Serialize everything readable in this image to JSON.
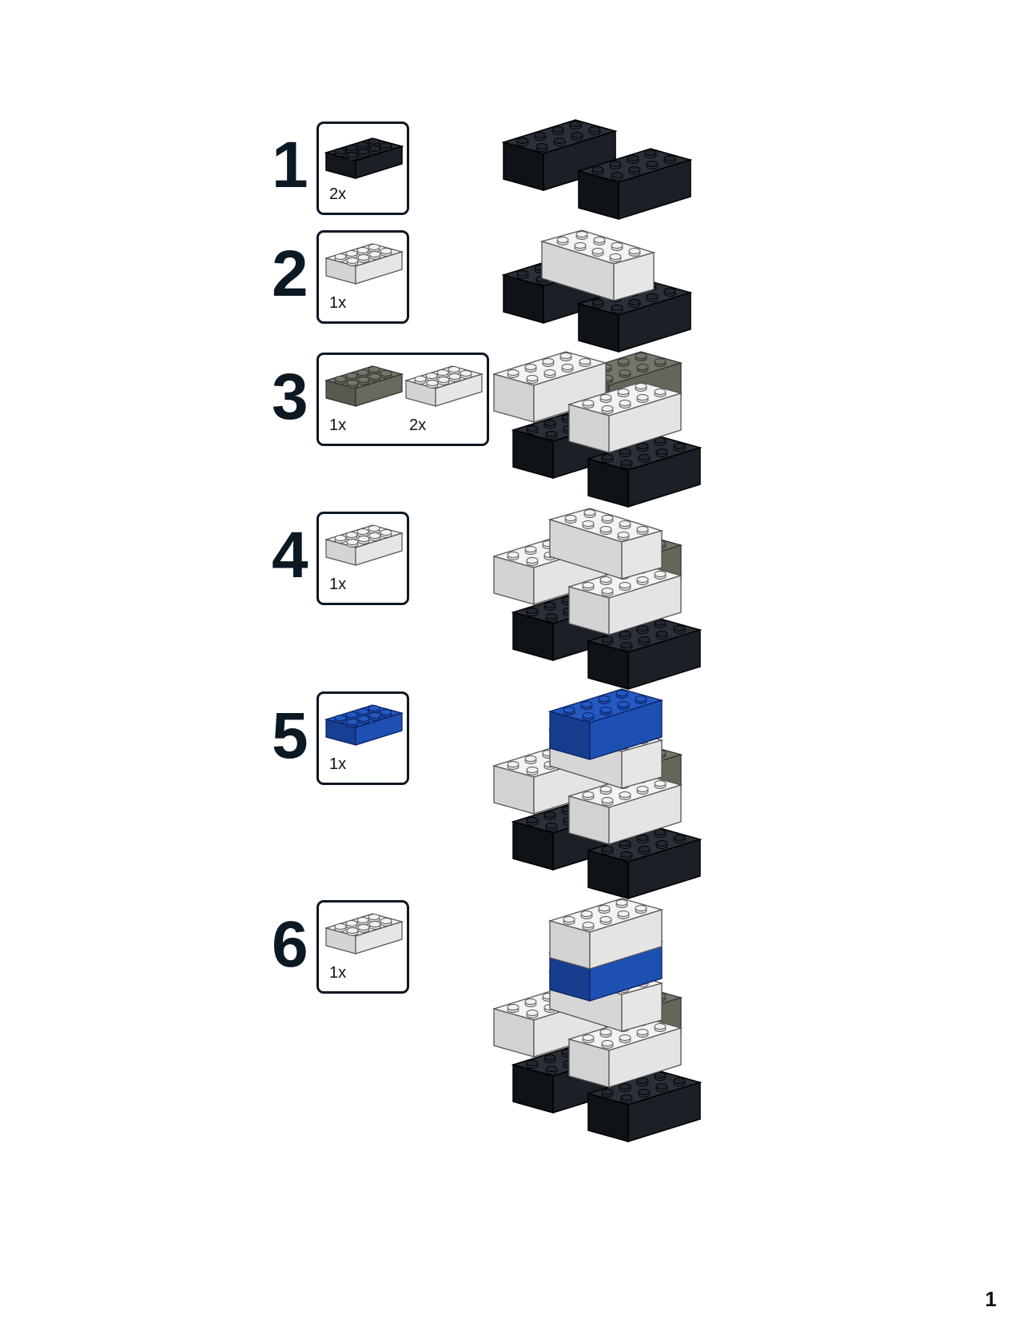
{
  "page_number": "1",
  "colors": {
    "black_brick": "#1b2027",
    "white_brick": "#e8e8e8",
    "dark_gray_brick": "#6f6e62",
    "blue_brick": "#1e4fb3",
    "outline": "#0c1822"
  },
  "steps": [
    {
      "number": "1",
      "parts": [
        {
          "color": "black",
          "brick": "2x4 brick",
          "qty": "2x"
        }
      ]
    },
    {
      "number": "2",
      "parts": [
        {
          "color": "white",
          "brick": "2x4 brick",
          "qty": "1x"
        }
      ]
    },
    {
      "number": "3",
      "parts": [
        {
          "color": "dark-gray",
          "brick": "2x4 brick",
          "qty": "1x"
        },
        {
          "color": "white",
          "brick": "2x4 brick",
          "qty": "2x"
        }
      ]
    },
    {
      "number": "4",
      "parts": [
        {
          "color": "white",
          "brick": "2x4 brick",
          "qty": "1x"
        }
      ]
    },
    {
      "number": "5",
      "parts": [
        {
          "color": "blue",
          "brick": "2x4 brick",
          "qty": "1x"
        }
      ]
    },
    {
      "number": "6",
      "parts": [
        {
          "color": "white",
          "brick": "2x4 brick",
          "qty": "1x"
        }
      ]
    }
  ]
}
